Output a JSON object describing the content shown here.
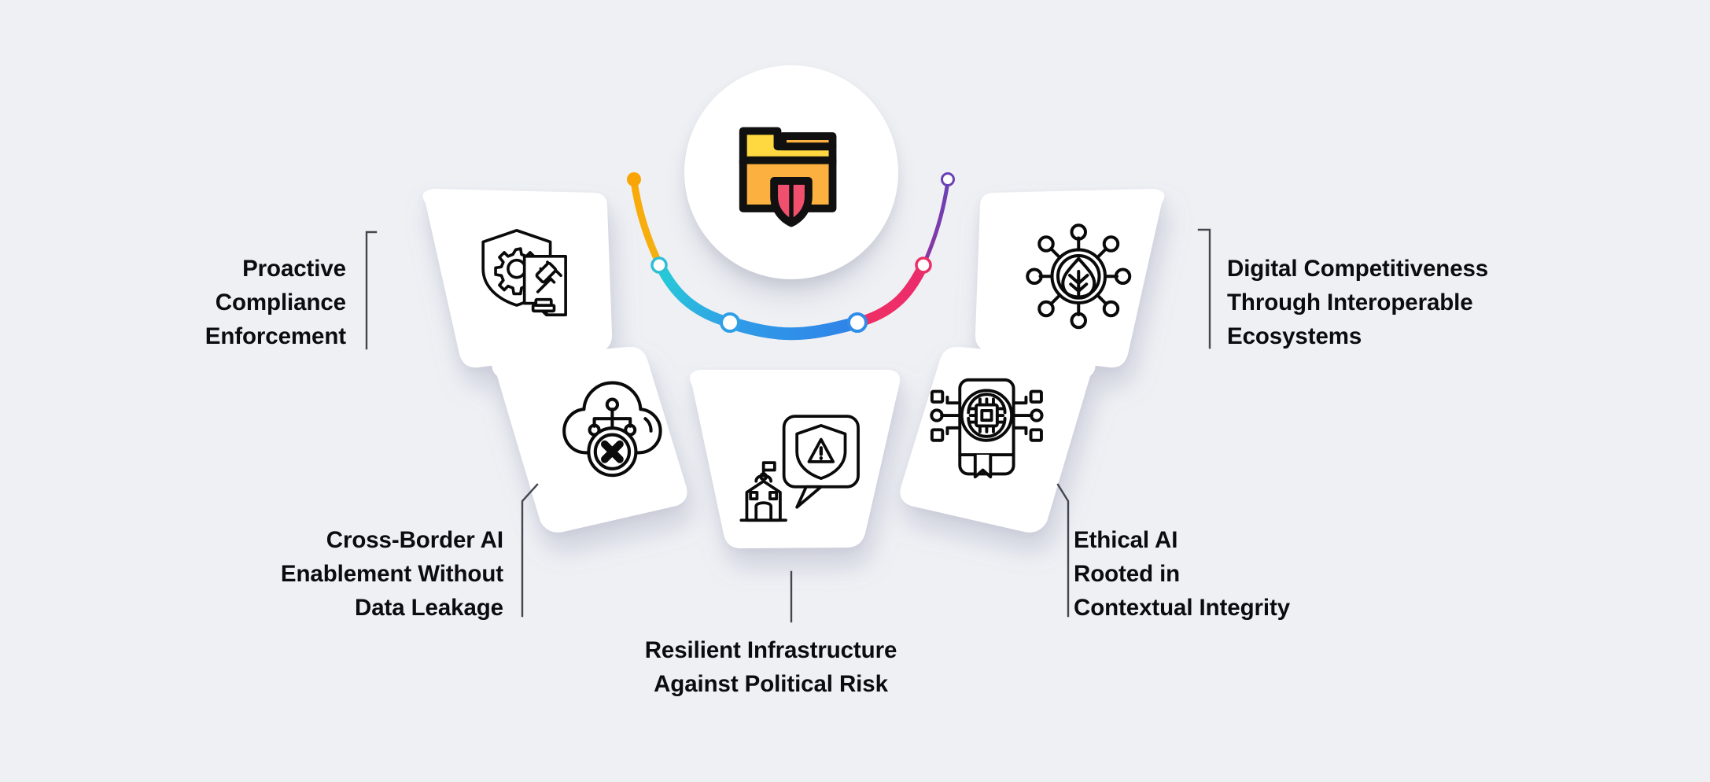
{
  "diagram": {
    "type": "radial-petal-wheel",
    "background_color": "#eef0f4",
    "text_color": "#0c0c0f",
    "petal_color": "#ffffff",
    "hub": {
      "icon": "folder-shield-icon",
      "icon_colors": {
        "folder_light": "#ffd93f",
        "folder_body": "#fbb03f",
        "shield": "#f0506e",
        "outline": "#101010"
      }
    },
    "arc": {
      "stops": [
        {
          "color": "#f7a30b",
          "label": "orange"
        },
        {
          "color": "#27c6d9",
          "label": "cyan"
        },
        {
          "color": "#2f90e8",
          "label": "blue"
        },
        {
          "color": "#ef2f63",
          "label": "pink"
        },
        {
          "color": "#6a41b5",
          "label": "purple"
        }
      ],
      "node_count": 5,
      "start_cap": "filled-dot",
      "end_cap": "hollow-dot"
    },
    "items": [
      {
        "id": "proactive-compliance-enforcement",
        "label": "Proactive\nCompliance\nEnforcement",
        "icon": "shield-gear-gavel-document-icon",
        "align": "right",
        "connector": "bracket-top-right"
      },
      {
        "id": "digital-competitiveness-through-interoperable-ecosystems",
        "label": "Digital Competitiveness\nThrough Interoperable\nEcosystems",
        "icon": "leaf-network-nodes-icon",
        "align": "left",
        "connector": "bracket-top-left"
      },
      {
        "id": "cross-border-ai-enablement-without-data-leakage",
        "label": "Cross-Border AI\nEnablement Without\nData Leakage",
        "icon": "cloud-network-blocked-icon",
        "align": "right",
        "connector": "bracket-diagonal-up-right"
      },
      {
        "id": "ethical-ai-rooted-in-contextual-integrity",
        "label": "Ethical AI\nRooted in\nContextual Integrity",
        "icon": "certificate-chip-circuit-icon",
        "align": "left",
        "connector": "bracket-diagonal-up-left"
      },
      {
        "id": "resilient-infrastructure-against-political-risk",
        "label": "Resilient Infrastructure\nAgainst Political Risk",
        "icon": "government-building-alert-shield-icon",
        "align": "center",
        "connector": "vertical-line"
      }
    ]
  }
}
